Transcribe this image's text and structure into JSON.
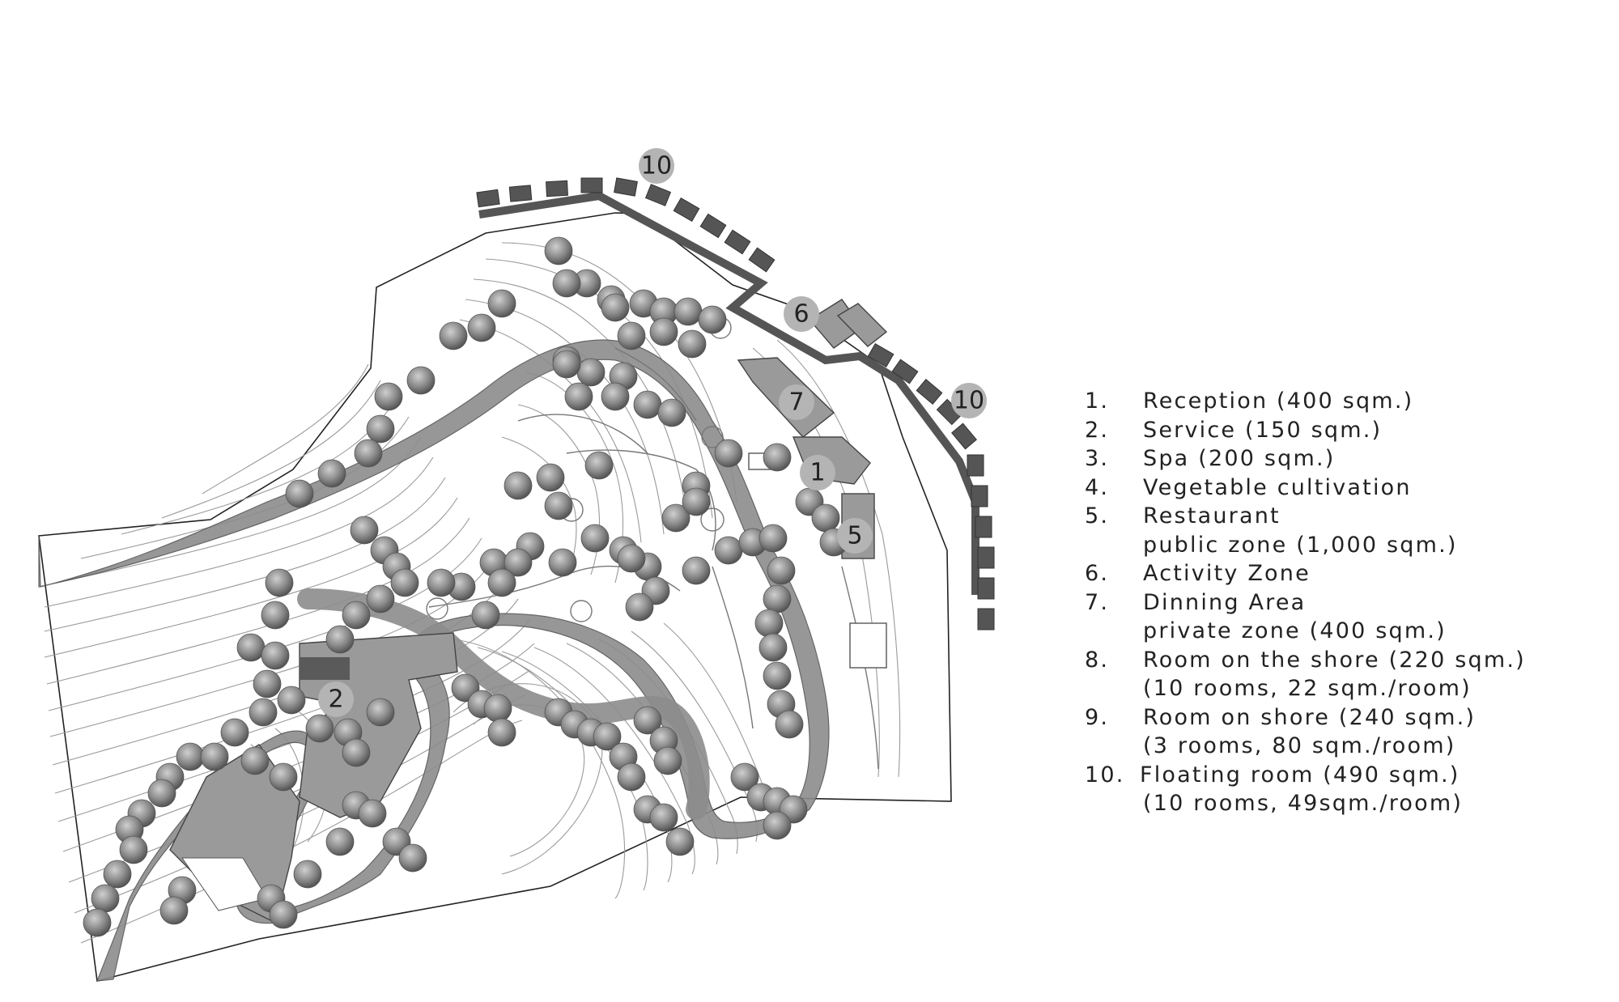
{
  "markers": {
    "m1": "1",
    "m2": "2",
    "m5": "5",
    "m6": "6",
    "m7": "7",
    "m10a": "10",
    "m10b": "10"
  },
  "legend": {
    "items": [
      {
        "num": "1.",
        "lines": [
          "Reception (400 sqm.)"
        ]
      },
      {
        "num": "2.",
        "lines": [
          "Service (150 sqm.)"
        ]
      },
      {
        "num": "3.",
        "lines": [
          "Spa (200 sqm.)"
        ]
      },
      {
        "num": "4.",
        "lines": [
          "Vegetable cultivation"
        ]
      },
      {
        "num": "5.",
        "lines": [
          "Restaurant",
          "public zone (1,000 sqm.)"
        ]
      },
      {
        "num": "6.",
        "lines": [
          "Activity Zone"
        ]
      },
      {
        "num": "7.",
        "lines": [
          "Dinning Area",
          "private zone (400 sqm.)"
        ]
      },
      {
        "num": "8.",
        "lines": [
          "Room on the shore (220 sqm.)",
          "(10 rooms, 22 sqm./room)"
        ]
      },
      {
        "num": "9.",
        "lines": [
          "Room on shore (240 sqm.)",
          "(3 rooms, 80 sqm./room)"
        ]
      },
      {
        "num": "10.",
        "lines": [
          "Floating room (490 sqm.)",
          "(10 rooms, 49sqm./room)"
        ]
      }
    ]
  },
  "colors": {
    "road": "#8c8c8c",
    "building": "#9a9a9a",
    "boardwalk": "#555555",
    "marker": "#b4b4b4",
    "tree": "#7a7a7a",
    "contour": "#9a9a9a"
  }
}
